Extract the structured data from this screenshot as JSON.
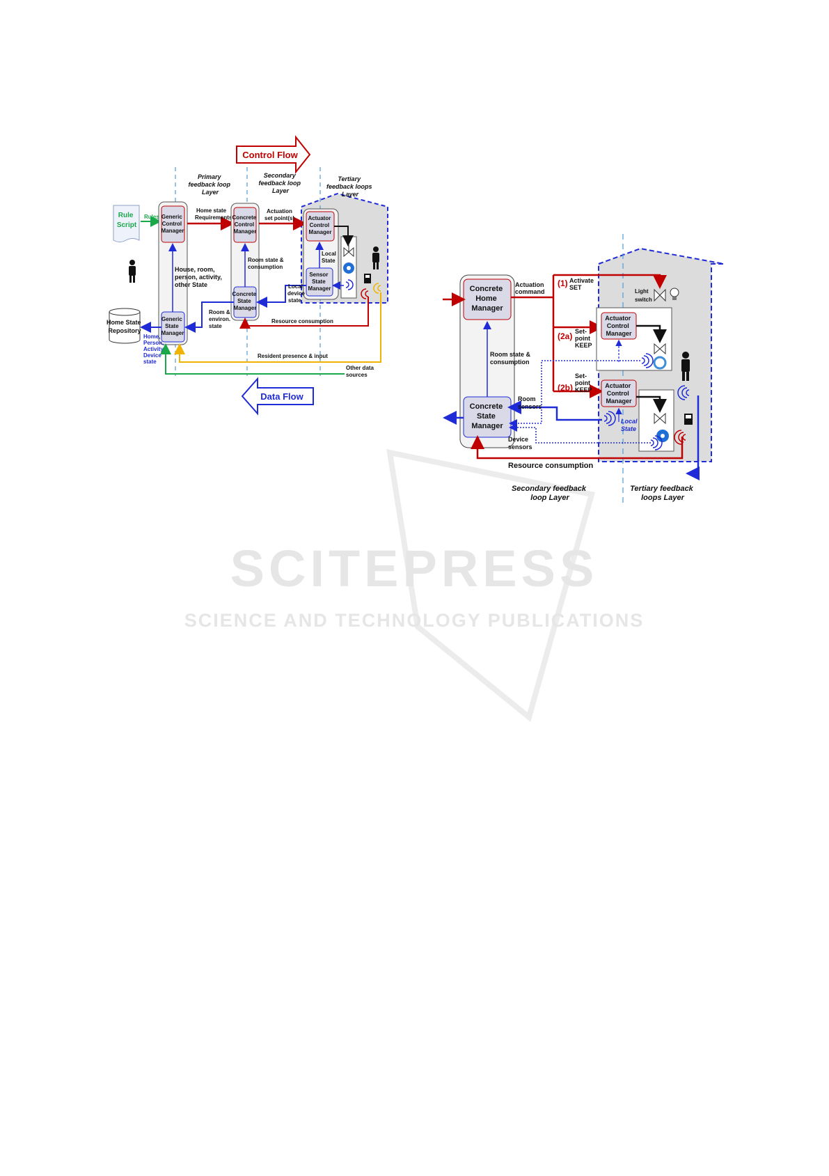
{
  "watermark": {
    "title": "SCITEPRESS",
    "subtitle": "SCIENCE AND TECHNOLOGY PUBLICATIONS"
  },
  "fig1": {
    "control_flow": "Control Flow",
    "data_flow": "Data Flow",
    "layer_primary": [
      "Primary",
      "feedback loop",
      "Layer"
    ],
    "layer_secondary": [
      "Secondary",
      "feedback loop",
      "Layer"
    ],
    "layer_tertiary": [
      "Tertiary",
      "feedback loops",
      "Layer"
    ],
    "rule_script": [
      "Rule",
      "Script"
    ],
    "rules": "Rules",
    "generic_control_manager": [
      "Generic",
      "Control",
      "Manager"
    ],
    "generic_state_manager": [
      "Generic",
      "State",
      "Manager"
    ],
    "home_state_repository": [
      "Home State",
      "Repository"
    ],
    "home_state_requirements": [
      "Home state",
      "Requirements"
    ],
    "concrete_control_manager": [
      "Concrete",
      "Control",
      "Manager"
    ],
    "concrete_state_manager": [
      "Concrete",
      "State",
      "Manager"
    ],
    "actuation_set_points": [
      "Actuation",
      "set point(s)"
    ],
    "actuator_control_manager": [
      "Actuator",
      "Control",
      "Manager"
    ],
    "sensor_state_manager": [
      "Sensor",
      "State",
      "Manager"
    ],
    "local_state": [
      "Local",
      "State"
    ],
    "local_device_state": [
      "Local",
      "device",
      "state"
    ],
    "house_room_state": [
      "House, room,",
      "person, activity,",
      "other State"
    ],
    "room_state_consumption": [
      "Room state &",
      "consumption"
    ],
    "room_environ_state": [
      "Room &",
      "environ.",
      "state"
    ],
    "home_person_activity": [
      "Home,",
      "Person,",
      "Activity,",
      "Device",
      "state"
    ],
    "resource_consumption": "Resource consumption",
    "resident_presence": "Resident presence & input",
    "other_data_sources": [
      "Other data",
      "sources"
    ]
  },
  "fig2": {
    "concrete_home_manager": [
      "Concrete",
      "Home",
      "Manager"
    ],
    "concrete_state_manager": [
      "Concrete",
      "State",
      "Manager"
    ],
    "actuation_command": [
      "Actuation",
      "command"
    ],
    "step1": "(1)",
    "activate_set": [
      "Activate",
      "SET"
    ],
    "light_switch": [
      "Light",
      "switch"
    ],
    "step2a": "(2a)",
    "step2b": "(2b)",
    "setpoint_keep": [
      "Set-",
      "point",
      "KEEP"
    ],
    "actuator_control_manager": [
      "Actuator",
      "Control",
      "Manager"
    ],
    "room_state_consumption": [
      "Room state &",
      "consumption"
    ],
    "room_sensors": [
      "Room",
      "sensors"
    ],
    "device_sensors": [
      "Device",
      "sensors"
    ],
    "local_state": [
      "Local",
      "State"
    ],
    "resource_consumption": "Resource consumption",
    "secondary_layer": [
      "Secondary feedback",
      "loop Layer"
    ],
    "tertiary_layer": [
      "Tertiary  feedback",
      "loops Layer"
    ]
  },
  "colors": {
    "control": "#c00000",
    "data": "#1f2bd6",
    "rules": "#1aa84a",
    "resident": "#f0b400",
    "house_fill": "#dcdcdc",
    "house_border": "#1f2bd6"
  }
}
